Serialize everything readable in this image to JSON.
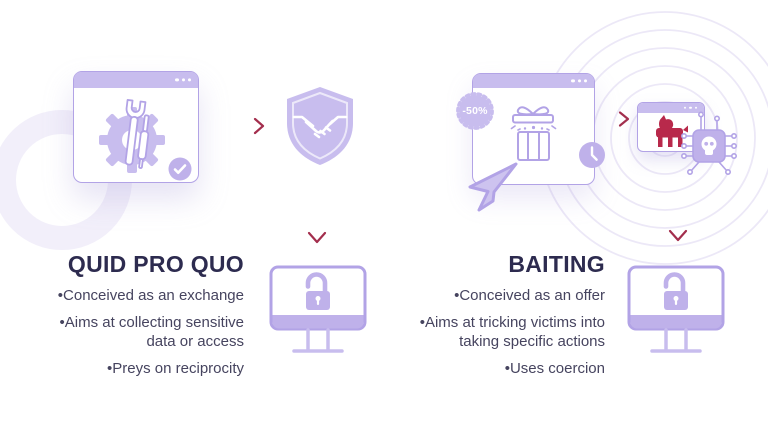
{
  "colors": {
    "purple_fill": "#c8bdee",
    "purple_outline": "#b2a3e6",
    "purple_deep": "#bfb1ea",
    "purple_ripple": "#ece8f7",
    "purple_ring": "#f1edfa",
    "arrow_red": "#a32e4d",
    "trojan_red": "#b8294b",
    "title_text": "#2d2b4f",
    "body_text": "#46445f",
    "background": "#ffffff"
  },
  "left_panel": {
    "title": "QUID PRO QUO",
    "bullets": [
      {
        "lines": [
          "•Conceived as an exchange"
        ]
      },
      {
        "lines": [
          "•Aims at collecting sensitive",
          "data or access"
        ]
      },
      {
        "lines": [
          "•Preys on reciprocity"
        ]
      }
    ],
    "icons": [
      "browser-window-repair-tools",
      "check-badge",
      "handshake-shield",
      "unlocked-monitor"
    ]
  },
  "right_panel": {
    "title": "BAITING",
    "discount_badge_label": "-50%",
    "bullets": [
      {
        "lines": [
          "•Conceived as an offer"
        ]
      },
      {
        "lines": [
          "•Aims at tricking victims into",
          "taking specific actions"
        ]
      },
      {
        "lines": [
          "•Uses coercion"
        ]
      }
    ],
    "icons": [
      "browser-window-gift-offer",
      "discount-badge",
      "clock",
      "cursor-arrow",
      "trojan-horse-window",
      "malware-chip-skull",
      "unlocked-monitor"
    ]
  }
}
